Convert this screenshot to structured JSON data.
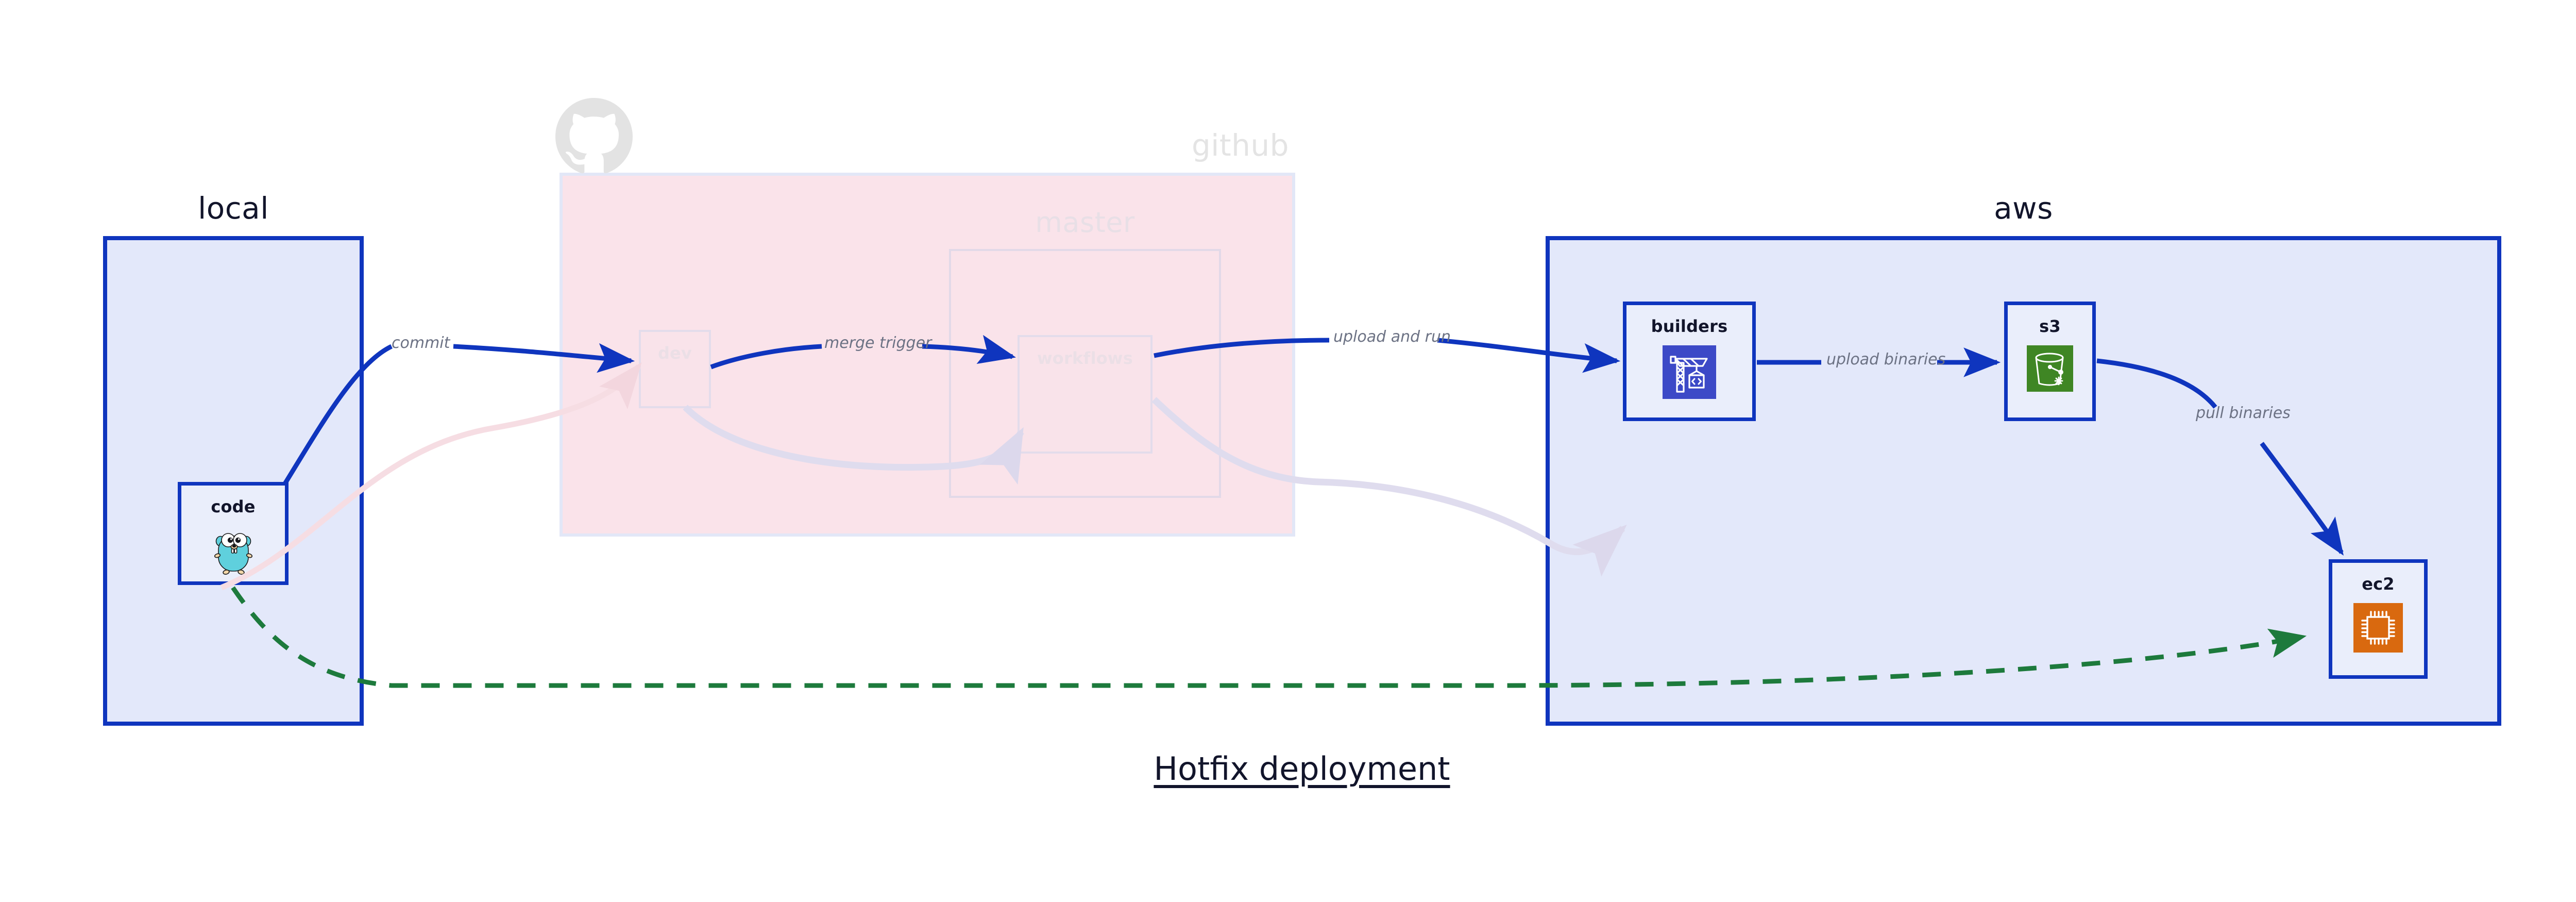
{
  "diagram": {
    "title": "Hotfix deployment"
  },
  "groups": {
    "local": {
      "label": "local"
    },
    "github": {
      "label": "github",
      "logo_icon": "github-octocat-icon"
    },
    "master": {
      "label": "master"
    },
    "aws": {
      "label": "aws"
    }
  },
  "nodes": {
    "code": {
      "label": "code",
      "icon": "go-gopher-icon"
    },
    "dev": {
      "label": "dev",
      "icon": "none"
    },
    "workflows": {
      "label": "workflows",
      "icon": "none"
    },
    "builders": {
      "label": "builders",
      "icon": "crane-build-icon"
    },
    "s3": {
      "label": "s3",
      "icon": "s3-bucket-icon"
    },
    "ec2": {
      "label": "ec2",
      "icon": "cpu-chip-icon"
    }
  },
  "edges": [
    {
      "id": "commit",
      "label": "commit",
      "from": "code",
      "to": "dev",
      "style": "solid",
      "color": "#0F35BE"
    },
    {
      "id": "merge-trigger",
      "label": "merge trigger",
      "from": "dev",
      "to": "workflows",
      "style": "solid",
      "color": "#0F35BE"
    },
    {
      "id": "upload-run",
      "label": "upload and run",
      "from": "workflows",
      "to": "builders",
      "style": "solid",
      "color": "#0F35BE"
    },
    {
      "id": "upload-bin",
      "label": "upload binaries",
      "from": "builders",
      "to": "s3",
      "style": "solid",
      "color": "#0F35BE"
    },
    {
      "id": "pull-bin",
      "label": "pull binaries",
      "from": "s3",
      "to": "ec2",
      "style": "solid",
      "color": "#0F35BE"
    },
    {
      "id": "hotfix-direct",
      "label": "",
      "from": "code",
      "to": "ec2",
      "style": "dashed",
      "color": "#1D7A3C"
    },
    {
      "id": "faded-code-dev",
      "label": "",
      "from": "code",
      "to": "dev",
      "style": "faded",
      "color": "#F6DDE3"
    },
    {
      "id": "faded-dev-wf",
      "label": "",
      "from": "dev",
      "to": "workflows",
      "style": "faded",
      "color": "#DFDCEE"
    },
    {
      "id": "faded-wf-bld",
      "label": "",
      "from": "workflows",
      "to": "builders",
      "style": "faded",
      "color": "#DFDCEE"
    }
  ],
  "colors": {
    "group_fill": "#E3E8FA",
    "group_stroke": "#0F35BE",
    "github_fill": "#FAE3EA",
    "node_fill": "#EAEEFB",
    "arrow_blue": "#0F35BE",
    "arrow_green": "#1D7A3C",
    "label_gray": "#6C7284",
    "builders_tile": "#3C49C7",
    "s3_tile": "#3F8624",
    "ec2_tile": "#D9690F",
    "gopher_body": "#5FD0DD"
  }
}
